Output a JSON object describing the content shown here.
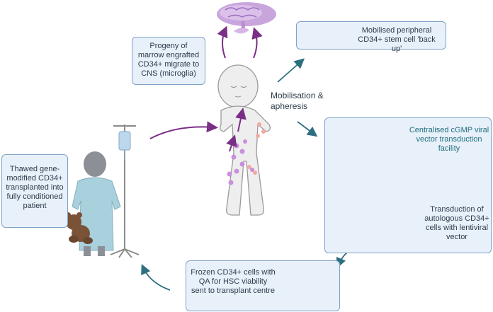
{
  "labels": {
    "progeny": "Progeny of marrow engrafted CD34+ migrate to CNS (microglia)",
    "mobilised": "Mobilised peripheral CD34+ stem cell 'back up'",
    "mobilisation": "Mobilisation & apheresis",
    "centralised": "Centralised cGMP viral vector transduction facility",
    "transduction": "Transduction of autologous CD34+ cells with lentiviral vector",
    "frozen": "Frozen CD34+ cells with QA for HSC viability sent to transplant centre",
    "thawed": "Thawed gene-modified CD34+ transplanted into fully conditioned patient"
  },
  "colors": {
    "box_fill": "#e8f0fa",
    "box_border": "#7fa3c8",
    "arrow_teal": "#2c6f80",
    "arrow_purple": "#7a2f86",
    "cell_pink": "#f2a9a3",
    "cell_purple": "#c98fdc"
  }
}
